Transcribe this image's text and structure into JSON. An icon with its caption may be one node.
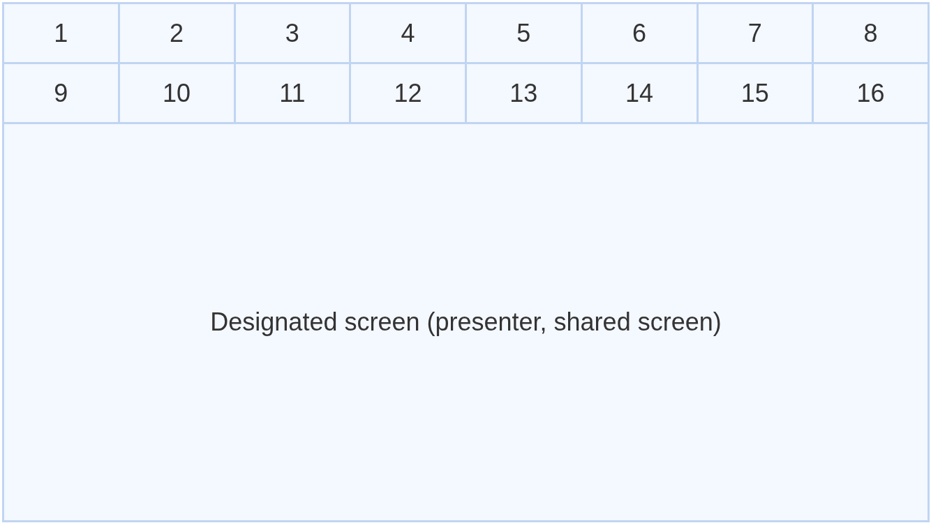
{
  "diagram": {
    "nodes": [
      {
        "text": [
          "1"
        ]
      },
      {
        "text": [
          "2"
        ]
      },
      {
        "text": [
          "3"
        ]
      },
      {
        "text": [
          "4"
        ]
      },
      {
        "text": [
          "5"
        ]
      },
      {
        "text": [
          "6"
        ]
      },
      {
        "text": [
          "7"
        ]
      },
      {
        "text": [
          "8"
        ]
      },
      {
        "text": [
          "9"
        ]
      },
      {
        "text": [
          "10"
        ]
      },
      {
        "text": [
          "11"
        ]
      },
      {
        "text": [
          "12"
        ]
      },
      {
        "text": [
          "13"
        ]
      },
      {
        "text": [
          "14"
        ]
      },
      {
        "text": [
          "15"
        ]
      },
      {
        "text": [
          "16"
        ]
      },
      {
        "text": [
          "Designated screen (presenter, shared screen)"
        ]
      }
    ]
  }
}
